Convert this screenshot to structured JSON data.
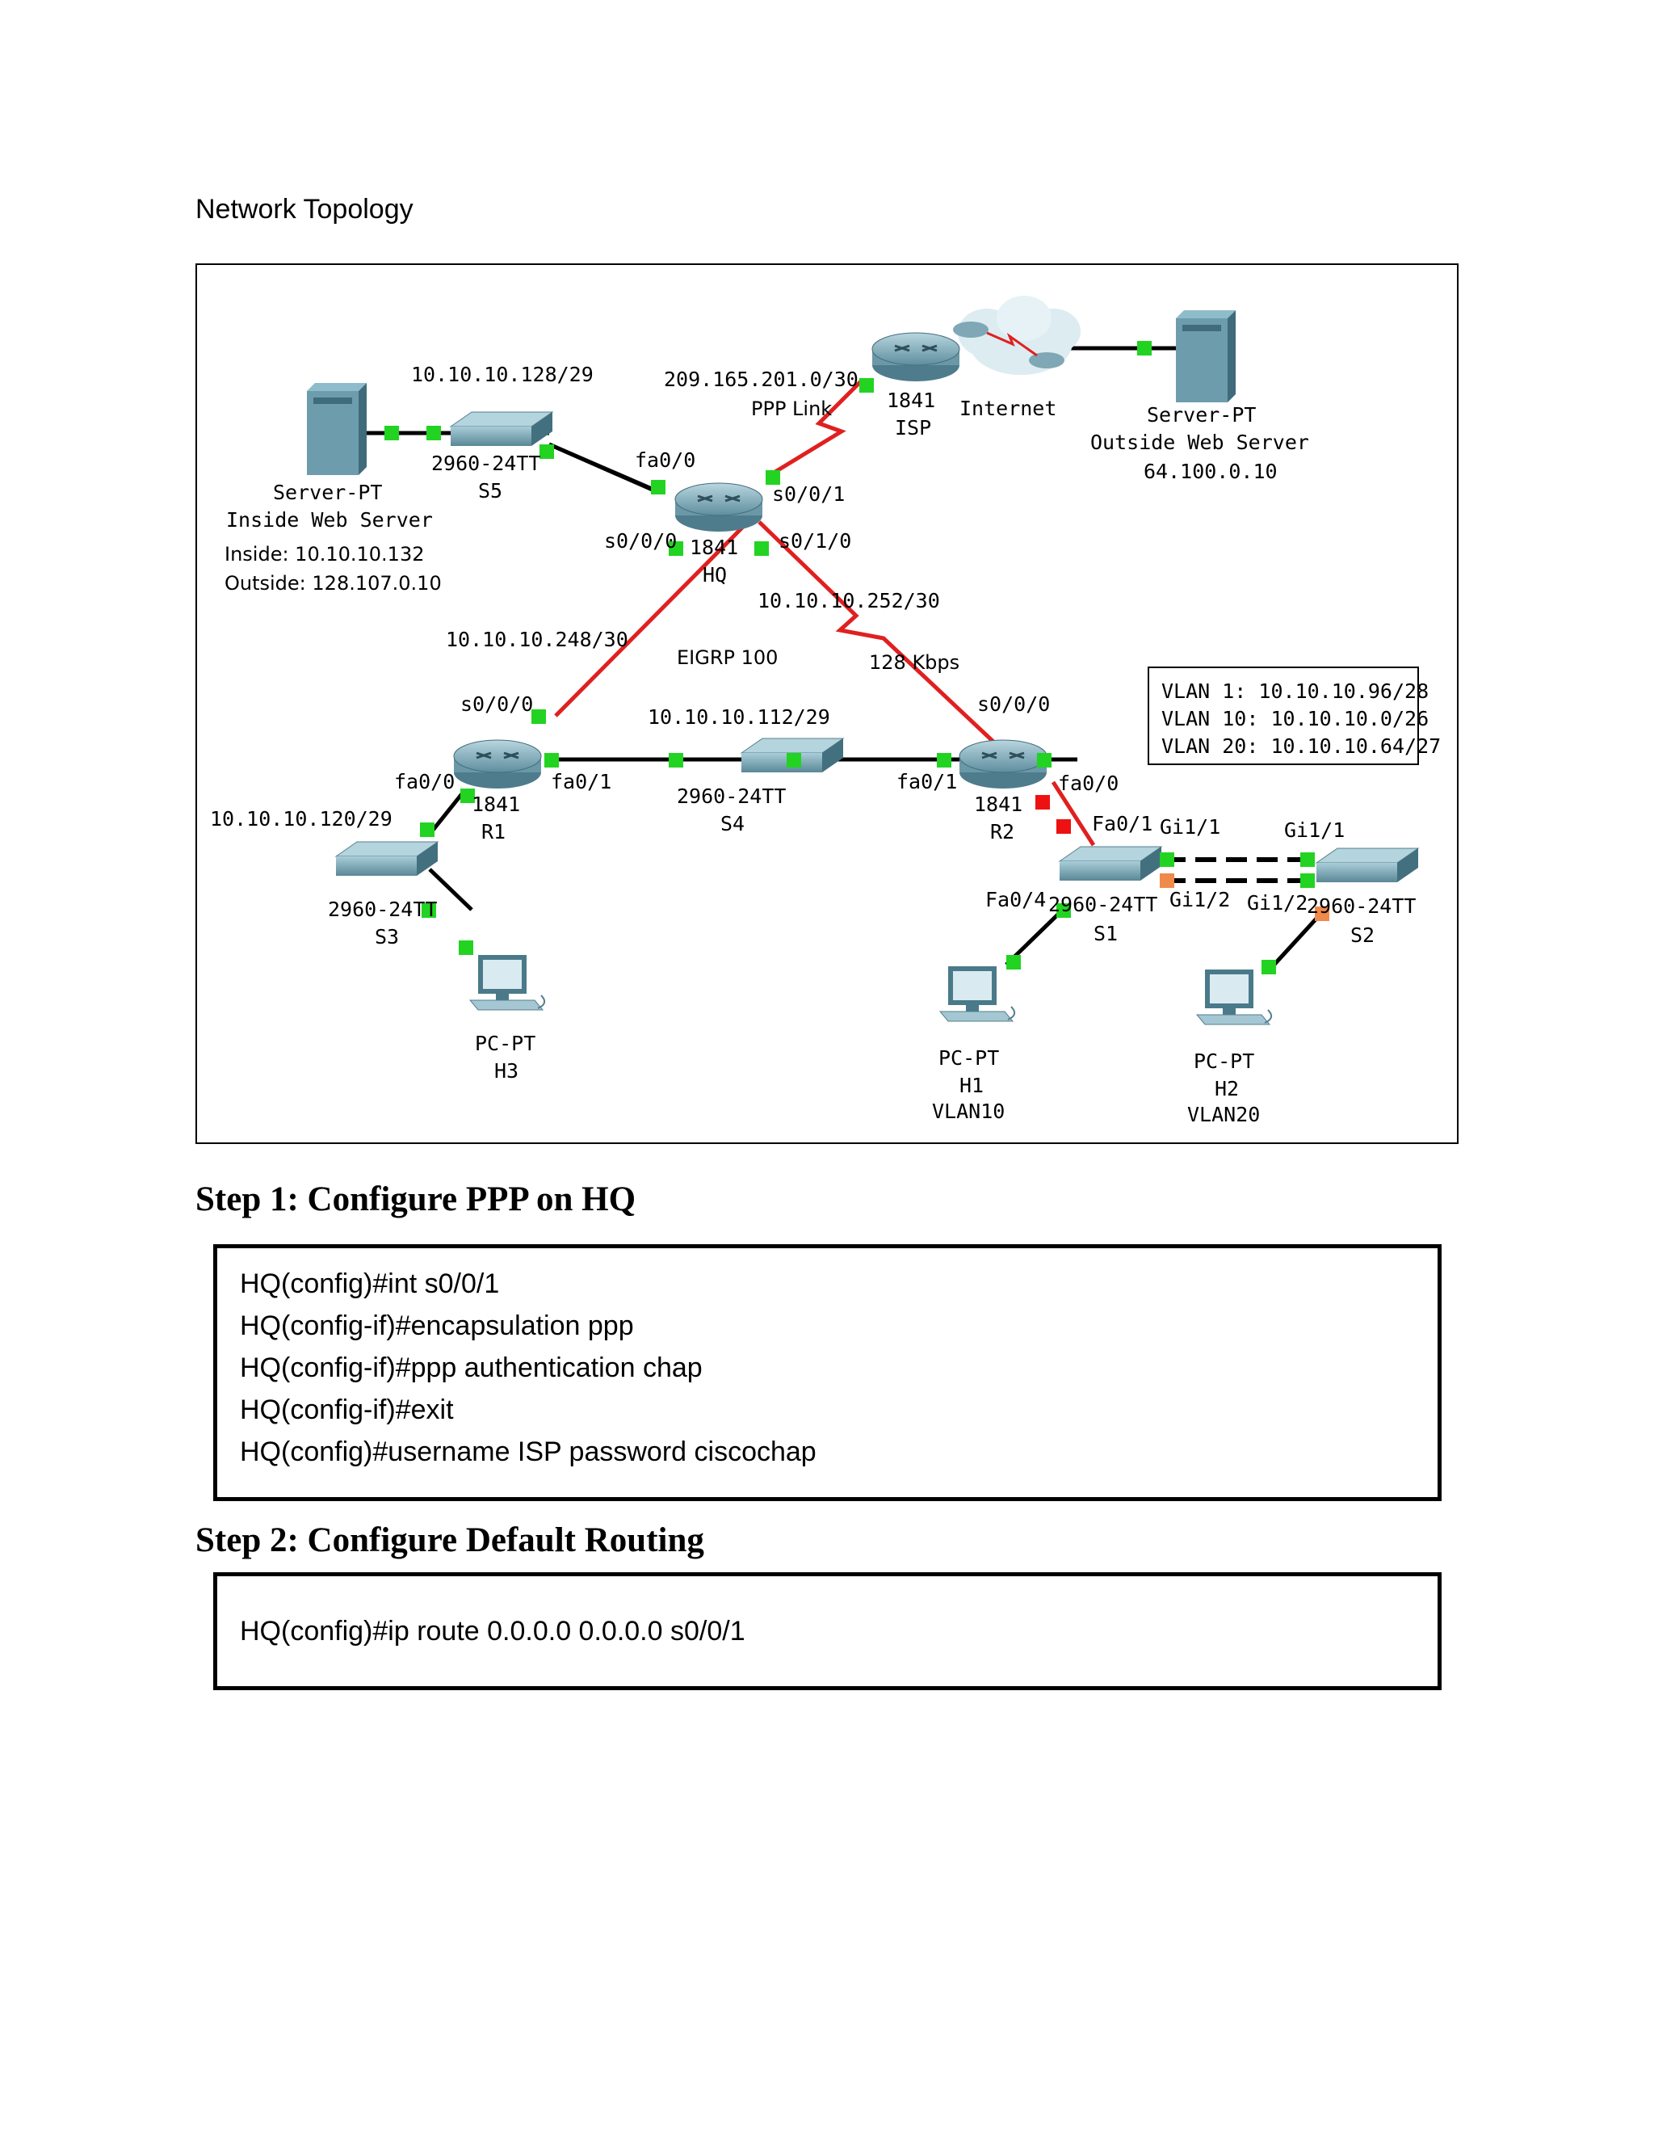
{
  "caption": "Network Topology",
  "topology": {
    "ppp_link_net": "209.165.201.0/30",
    "ppp_link_label": "PPP Link",
    "isp_model": "1841",
    "isp_name": "ISP",
    "internet_label": "Internet",
    "outside_server_type": "Server-PT",
    "outside_server_name": "Outside Web Server",
    "outside_server_ip": "64.100.0.10",
    "s5_net": "10.10.10.128/29",
    "s5_model": "2960-24TT",
    "s5_name": "S5",
    "inside_server_type": "Server-PT",
    "inside_server_name": "Inside Web Server",
    "inside_ip": "Inside: 10.10.10.132",
    "outside_ip": "Outside: 128.107.0.10",
    "hq_fa00": "fa0/0",
    "hq_s001": "s0/0/1",
    "hq_s000": "s0/0/0",
    "hq_s010": "s0/1/0",
    "hq_model": "1841",
    "hq_name": "HQ",
    "hq_r2_net": "10.10.10.252/30",
    "hq_r1_net": "10.10.10.248/30",
    "eigrp": "EIGRP 100",
    "speed": "128 Kbps",
    "r1_s000": "s0/0/0",
    "r4_net": "10.10.10.112/29",
    "r2_s000": "s0/0/0",
    "vlan1": "VLAN 1: 10.10.10.96/28",
    "vlan10": "VLAN 10: 10.10.10.0/26",
    "vlan20": "VLAN 20: 10.10.10.64/27",
    "r1_fa00": "fa0/0",
    "r1_fa01": "fa0/1",
    "r1_model": "1841",
    "r1_name": "R1",
    "s4_model": "2960-24TT",
    "s4_name": "S4",
    "r2_fa01": "fa0/1",
    "r2_fa00": "fa0/0",
    "r2_model": "1841",
    "r2_name": "R2",
    "s3_net": "10.10.10.120/29",
    "s3_model": "2960-24TT",
    "s3_name": "S3",
    "s1_fa01": "Fa0/1",
    "s1_gi11": "Gi1/1",
    "s2_gi11": "Gi1/1",
    "s1_fa04": "Fa0/4",
    "s1_model": "2960-24TT",
    "s1_gi12": "Gi1/2",
    "s2_gi12": "Gi1/2",
    "s2_model": "2960-24TT",
    "s1_name": "S1",
    "s2_name": "S2",
    "h3_type": "PC-PT",
    "h3_name": "H3",
    "h1_type": "PC-PT",
    "h1_name": "H1",
    "h1_vlan": "VLAN10",
    "h2_type": "PC-PT",
    "h2_name": "H2",
    "h2_vlan": "VLAN20"
  },
  "step1": {
    "title": "Step 1: Configure PPP on HQ",
    "lines": [
      "HQ(config)#int s0/0/1",
      "HQ(config-if)#encapsulation ppp",
      "HQ(config-if)#ppp authentication chap",
      "HQ(config-if)#exit",
      "HQ(config)#username ISP password ciscochap"
    ]
  },
  "step2": {
    "title": "Step 2: Configure Default Routing",
    "lines": [
      "HQ(config)#ip route 0.0.0.0 0.0.0.0 s0/0/1"
    ]
  }
}
